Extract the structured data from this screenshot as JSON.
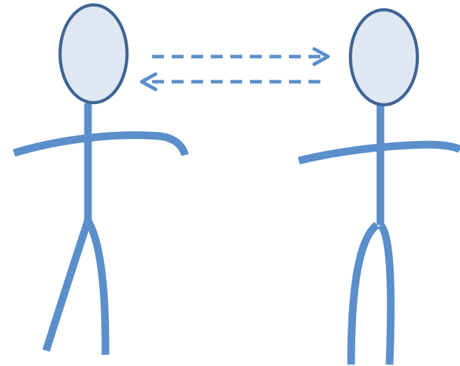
{
  "diagram": {
    "figures": [
      {
        "id": "left-person"
      },
      {
        "id": "right-person"
      }
    ],
    "arrows": [
      {
        "id": "arrow-to-right",
        "direction": "right",
        "style": "dashed"
      },
      {
        "id": "arrow-to-left",
        "direction": "left",
        "style": "dashed"
      }
    ]
  },
  "colors": {
    "body": "#5b8fcb",
    "head_fill": "#dfe7f3",
    "head_stroke": "#3f6594",
    "arrow": "#5b8fcb",
    "background": "#ffffff"
  }
}
